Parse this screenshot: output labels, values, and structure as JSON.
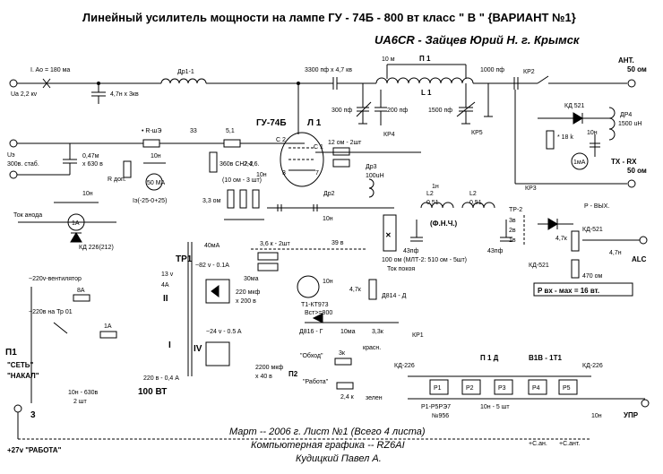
{
  "title": "Линейный усилитель мощности на лампе ГУ - 74Б - 800 вт класс \" В \" {ВАРИАНТ №1}",
  "subtitle": "UA6CR - Зайцев Юрий Н. г. Крымск",
  "footer": [
    "Март -- 2006 г. Лист №1 (Всего 4 листа)",
    "Компьютерная графика -- RZ6AI",
    "Кудицкий Павел А."
  ],
  "labels": {
    "ua": "Ua 2,2 кv",
    "ia0": "I. Ao = 180 ма",
    "c47n": "4,7н x 3кв",
    "dr11": "Др1-1",
    "c3300": "3300 пф x 4,7 кв",
    "m10": "10 м",
    "p1": "П 1",
    "l1": "L 1",
    "c1000": "1000 пф",
    "kr2": "КР2",
    "ant": "АНТ.",
    "ant_ohm": "50 ом",
    "c300": "300 пф",
    "c200": "200 пф",
    "c1500": "1500 пф",
    "kr4": "КР4",
    "kr5": "КР5",
    "kd521a": "КД 521",
    "dr4": "ДР4",
    "dr4b": "1500 uH",
    "r18k": "* 18 k",
    "c10na": "10н",
    "ma1": "1мА",
    "us": "Uэ",
    "us2": "300в. стаб.",
    "c047": "0,47м",
    "c047b": "x 630 в",
    "rsh": "• R-шЭ",
    "r33": "33",
    "r51": "5,1",
    "gu74": "ГУ-74Б",
    "l1lamp": "Л 1",
    "c2": "С 2",
    "c1": "С 1",
    "r12": "12 ом - 2шт",
    "rdop": "R доп.",
    "c10nb": "10н",
    "ma50": "50 МА",
    "ia": "Iэ(-25-0+25)",
    "st": "360в СН2-2",
    "c10nc": "10н",
    "r10ohm": "(10 ом - 3 шт)",
    "r33k": "3,3 ом",
    "nodes": "2,4,6.",
    "n3": "3",
    "n7": "7",
    "dr3": "Др3",
    "dr3b": "100uH",
    "dr2": "Др2",
    "l2a": "L2",
    "l2b": "0,51",
    "l2c": "L2",
    "l2d": "0,51",
    "fnch": "(Ф.Н.Ч.)",
    "c1n": "1н",
    "c43a": "43пф",
    "c43b": "43пф",
    "r100": "100 ом (МЛТ-2: 510 ом - 5шт)",
    "tr2": "ТР-2",
    "w3": "3в",
    "w2": "2в",
    "w1": "1в",
    "kd521b": "КД-521",
    "kd521c": "КД-521",
    "txrx": "TX - RX",
    "txrx_ohm": "50 ом",
    "kr3": "КР3",
    "pvyh": "Р - ВЫХ.",
    "r47k": "4,7к",
    "c47nb": "4,7н",
    "r470": "470 ом",
    "alc": "ALC",
    "pvx": "P вх - мах = 16 вт.",
    "tok": "Ток анода",
    "ma1a": "1А",
    "kd226": "КД 226(212)",
    "c10nd": "10н",
    "tr1": "ТР1",
    "v13": "13 v",
    "a4": "4A",
    "v82": "~82 v - 0.1A",
    "roman2": "II",
    "ma40": "40мА",
    "r36k": "3,6 к - 2шт",
    "v39": "39 в",
    "ma30": "30ма",
    "c220": "220 мкф",
    "c220b": "x 200 в",
    "tokpok": "Ток покоя",
    "t1": "Т1-КТ973",
    "t1b": "Вст>=800",
    "d814d": "Д814 - Д",
    "d816": "Д816 - Г",
    "ma10": "10ма",
    "r33kb": "3,3к",
    "r47kb": "4,7к",
    "c10ne": "10н",
    "kr1": "КР1",
    "v220vent": "~220v-вентилятор",
    "a8": "8А",
    "v220tr": "~220в на Тр 01",
    "a1": "1А",
    "roman1": "I",
    "p1sw": "П1",
    "set": "\"СЕТЬ\"",
    "nakal": "\"НАКАЛ\"",
    "c10n630": "10н - 630в",
    "sht2": "2 шт",
    "v220a": "220 в - 0,4 А",
    "w100": "100 ВТ",
    "v24": "~24 v - 0.5 A",
    "roman4": "IV",
    "c2200": "2200 мкф",
    "c2200b": "x 40 в",
    "obhod": "\"Обход\"",
    "r3k": "3к",
    "krasn": "красн.",
    "p2": "П2",
    "rabota": "\"Работа\"",
    "r24k": "2,4 к",
    "zelen": "зелен",
    "kd226b": "КД-226",
    "p1d": "П 1 Д",
    "b1b": "В1В - 1Т1",
    "r1": "Р1",
    "r2": "Р2",
    "r3": "Р3",
    "r4": "Р4",
    "r5": "Р5",
    "relay": "Р1-Р5РЭ7",
    "relay2": "№956",
    "c10n5": "10н - 5 шт",
    "can1": "+С.ан.",
    "can2": "+С.ант.",
    "kd226c": "КД-226",
    "c10nf": "10н",
    "upr": "УПР",
    "num3": "3",
    "v27": "+27v \"РАБОТА\""
  }
}
